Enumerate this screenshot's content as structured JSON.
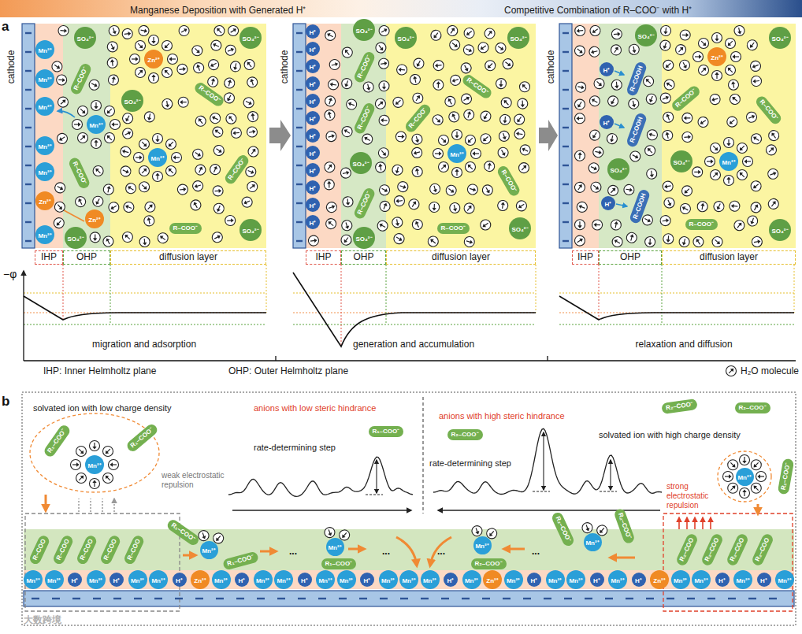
{
  "diagram": {
    "nodes": [
      {
        "text": [
          "IHP"
        ]
      },
      {
        "text": [
          "OHP"
        ]
      },
      {
        "text": [
          "diffusion layer"
        ]
      },
      {
        "text": [
          "IHP"
        ]
      },
      {
        "text": [
          "OHP"
        ]
      },
      {
        "text": [
          "diffusion layer"
        ]
      },
      {
        "text": [
          "IHP"
        ]
      },
      {
        "text": [
          "OHP"
        ]
      },
      {
        "text": [
          "diffusion layer"
        ]
      }
    ],
    "labels": [
      "a",
      "Manganese Deposition with Generated H⁺",
      "Competitive Combination of R–COO⁻ with H⁺",
      "cathode",
      "cathode",
      "cathode",
      "Mn²⁺",
      "Mn²⁺",
      "Mn²⁺",
      "Mn²⁺",
      "Mn²⁺",
      "Zn²⁺",
      "Mn²⁺",
      "SO₄²⁻",
      "R–COO⁻",
      "Mn²⁺",
      "R–COO⁻",
      "Zn²⁺",
      "SO₄²⁻",
      "SO₄²⁻",
      "Zn²⁺",
      "R–COO⁻",
      "Mn²⁺",
      "R–COO⁻",
      "R–COO⁻",
      "SO₄²⁻",
      "SO₄²⁻",
      "H⁺",
      "H⁺",
      "H⁺",
      "H⁺",
      "H⁺",
      "H⁺",
      "H⁺",
      "H⁺",
      "H⁺",
      "H⁺",
      "H⁺",
      "H⁺",
      "R–COO⁻",
      "R–COO⁻",
      "SO₄²⁻",
      "R–COO⁻",
      "SO₄²⁻",
      "SO₄²⁻",
      "SO₄²⁻",
      "SO₄²⁻",
      "R–COO⁻",
      "R–COO⁻",
      "Mn²⁺",
      "R–COO⁻",
      "R–COO⁻",
      "SO₄²⁻",
      "SO₄²⁻",
      "H⁺",
      "R–COOH",
      "H⁺",
      "R–COOH",
      "SO₄²⁻",
      "H⁺",
      "R–COOH",
      "Zn²⁺",
      "SO₄²⁻",
      "R–COO⁻",
      "R–COO⁻",
      "Mn²⁺",
      "SO₄²⁻",
      "R–COO⁻",
      "SO₄²⁻",
      "−φ",
      "migration and adsorption",
      "generation and accumulation",
      "relaxation and diffusion",
      "IHP: Inner Helmholtz plane",
      "OHP: Outer Helmholtz plane",
      "b",
      "solvated ion with low charge density",
      "anions with low steric hindrance",
      "R₁–COO⁻",
      "rate-determining step",
      "R₁–COO⁻",
      "Mn²⁺",
      "R₁–COO⁻",
      "weak electrostatic repulsion",
      "anions with high steric hindrance",
      "R₂–COO⁻",
      "rate-determining step",
      "R₂–COO⁻",
      "R₂–COO⁻",
      "solvated ion with high charge density",
      "Mn²⁺",
      "R₂–COO⁻",
      "strong electrostatic repulsion",
      "R–COO",
      "R–COO",
      "R–COO",
      "R–COO",
      "R–COO",
      "Mn²⁺",
      "R₁–COO⁻",
      "R₁–COO⁻",
      "...",
      "Mn²⁺",
      "R₁–COO⁻",
      "...",
      "...",
      "Mn²⁺",
      "R₂–COO⁻",
      "...",
      "Mn²⁺",
      "R₂–COO⁻",
      "R₂–COO⁻",
      "R₂–COO",
      "R₂–COO",
      "R₂–COO",
      "R₂–COO",
      "Mn²⁺",
      "Mn²⁺",
      "H⁺",
      "Mn²⁺",
      "H⁺",
      "Mn²⁺",
      "Mn²⁺",
      "H⁺",
      "Zn²⁺",
      "Mn²⁺",
      "H⁺",
      "Mn²⁺",
      "Mn²⁺",
      "H⁺",
      "Mn²⁺",
      "Mn²⁺",
      "H⁺",
      "Mn²⁺",
      "Mn²⁺",
      "Mn²⁺",
      "H⁺",
      "Mn²⁺",
      "Zn²⁺",
      "Mn²⁺",
      "H⁺",
      "Mn²⁺",
      "Mn²⁺",
      "H⁺",
      "Mn²⁺",
      "H⁺",
      "Zn²⁺",
      "Mn²⁺",
      "Mn²⁺",
      "H⁺",
      "Mn²⁺",
      "H⁺",
      "Mn²⁺",
      "大数跨境"
    ],
    "legend": [
      {
        "text": "H₂O molecule"
      }
    ]
  }
}
